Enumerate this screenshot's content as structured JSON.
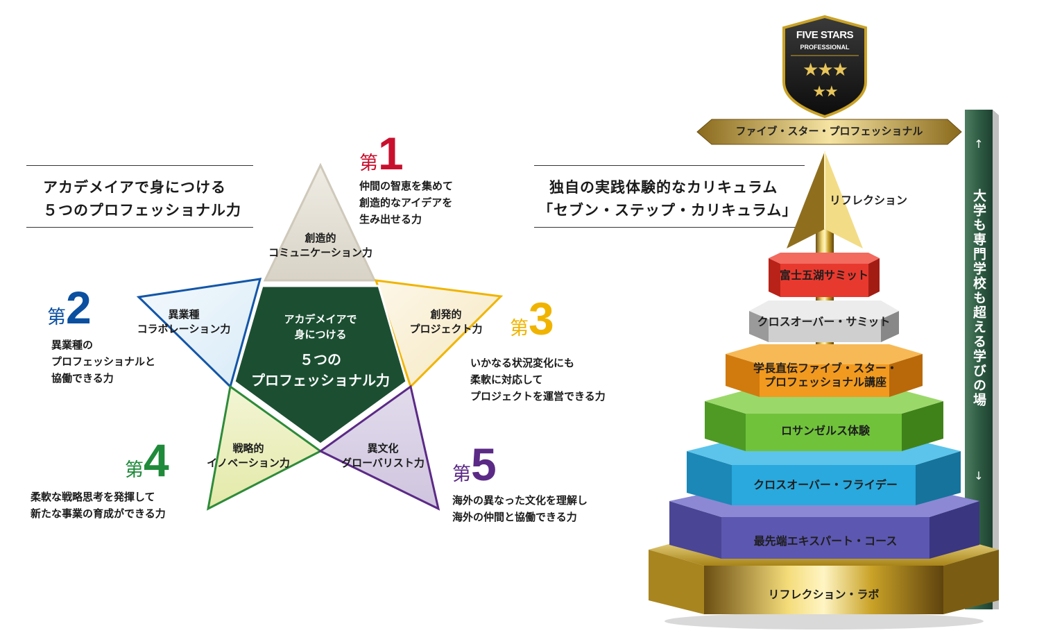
{
  "left_header": {
    "line1": "アカデメイアで身につける",
    "line2": "５つのプロフェッショナル力"
  },
  "right_header": {
    "line1": "独自の実践体験的なカリキュラム",
    "line2": "「セブン・ステップ・カリキュラム」"
  },
  "center": {
    "line1": "アカデメイアで\n身につける",
    "line2": "５つの\nプロフェッショナル力"
  },
  "dai": "第",
  "powers": [
    {
      "num": "1",
      "color": "#c8102e",
      "name": "創造的\nコミュニケーション力",
      "desc": "仲間の智恵を集めて\n創造的なアイデアを\n生み出せる力"
    },
    {
      "num": "2",
      "color": "#0b4fa0",
      "name": "異業種\nコラボレーション力",
      "desc": "異業種の\nプロフェッショナルと\n協働できる力"
    },
    {
      "num": "3",
      "color": "#f0b400",
      "name": "創発的\nプロジェクト力",
      "desc": "いかなる状況変化にも\n柔軟に対応して\nプロジェクトを運営できる力"
    },
    {
      "num": "4",
      "color": "#1f8a3a",
      "name": "戦略的\nイノベーション力",
      "desc": "柔軟な戦略思考を発揮して\n新たな事業の育成ができる力"
    },
    {
      "num": "5",
      "color": "#5b2a86",
      "name": "異文化\nグローバリスト力",
      "desc": "海外の異なった文化を理解し\n海外の仲間と協働できる力"
    }
  ],
  "badge": {
    "line1": "FIVE STARS",
    "line2": "PROFESSIONAL"
  },
  "banner": "ファイブ・スター・プロフェッショナル",
  "arrow_label": "リフレクション",
  "side_bar": {
    "text": "大学も専門学校も超える学びの場",
    "arrow_up": "↑",
    "arrow_down": "↓"
  },
  "tiers": [
    {
      "label": "富士五湖サミット",
      "color": "#e8392e"
    },
    {
      "label": "クロスオーバー・サミット",
      "color": "#c9c9c9"
    },
    {
      "label": "学長直伝ファイブ・スター・\nプロフェッショナル講座",
      "color": "#f29a1f"
    },
    {
      "label": "ロサンゼルス体験",
      "color": "#6fbf3a"
    },
    {
      "label": "クロスオーバー・フライデー",
      "color": "#27a6d9"
    },
    {
      "label": "最先端エキスパート・コース",
      "color": "#5c57b0"
    },
    {
      "label": "リフレクション・ラボ",
      "color": "#c9a227"
    }
  ]
}
